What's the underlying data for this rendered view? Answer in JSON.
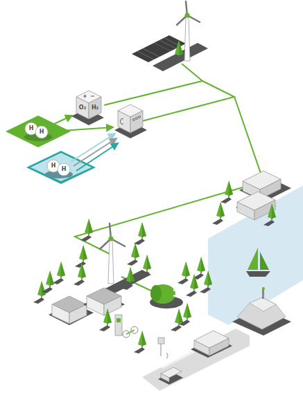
{
  "diagram": {
    "labels": [
      "O₂",
      "H₂",
      "H",
      "H",
      "H",
      "H"
    ]
  }
}
